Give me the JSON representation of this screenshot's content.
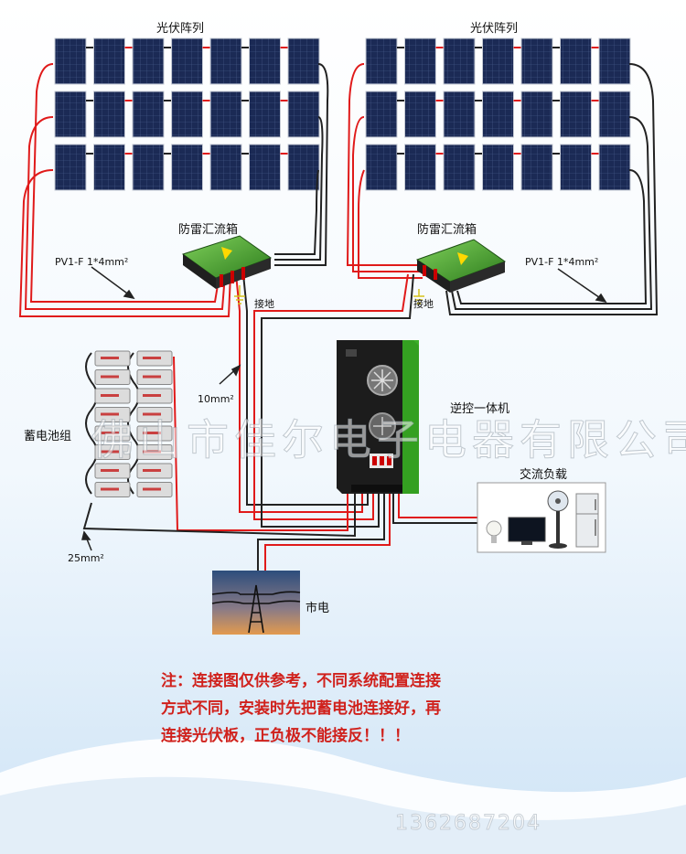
{
  "labels": {
    "pv_array_left": "光伏阵列",
    "pv_array_right": "光伏阵列",
    "combiner_left": "防雷汇流箱",
    "combiner_right": "防雷汇流箱",
    "cable_pv_left": "PV1-F 1*4mm²",
    "cable_pv_right": "PV1-F 1*4mm²",
    "ground_left": "接地",
    "ground_right": "接地",
    "cable_10": "10mm²",
    "cable_25": "25mm²",
    "battery_bank": "蓄电池组",
    "inverter": "逆控一体机",
    "ac_load": "交流负载",
    "grid": "市电"
  },
  "note": {
    "line1": "注：连接图仅供参考，不同系统配置连接",
    "line2": "方式不同，安装时先把蓄电池连接好，再",
    "line3": "连接光伏板，正负极不能接反！！！"
  },
  "watermark": "佛山市佳尔电子电器有限公司",
  "footer_number": "1362687204",
  "colors": {
    "positive_wire": "#e01a1a",
    "negative_wire": "#222222",
    "background_top": "#ffffff",
    "background_bottom": "#d6e9f8",
    "panel": "#1b2a55",
    "combiner": "#3b9b2a",
    "inverter": "#1f1f1f",
    "note_text": "#d0211c"
  },
  "icons": {
    "pv_panel": "solar-panel-icon",
    "combiner": "combiner-box-icon",
    "battery": "battery-icon",
    "inverter": "inverter-cabinet-icon",
    "bulb": "light-bulb-icon",
    "tv": "television-icon",
    "fan": "fan-icon",
    "fridge": "refrigerator-icon",
    "tower": "power-tower-icon",
    "ground": "ground-icon"
  }
}
